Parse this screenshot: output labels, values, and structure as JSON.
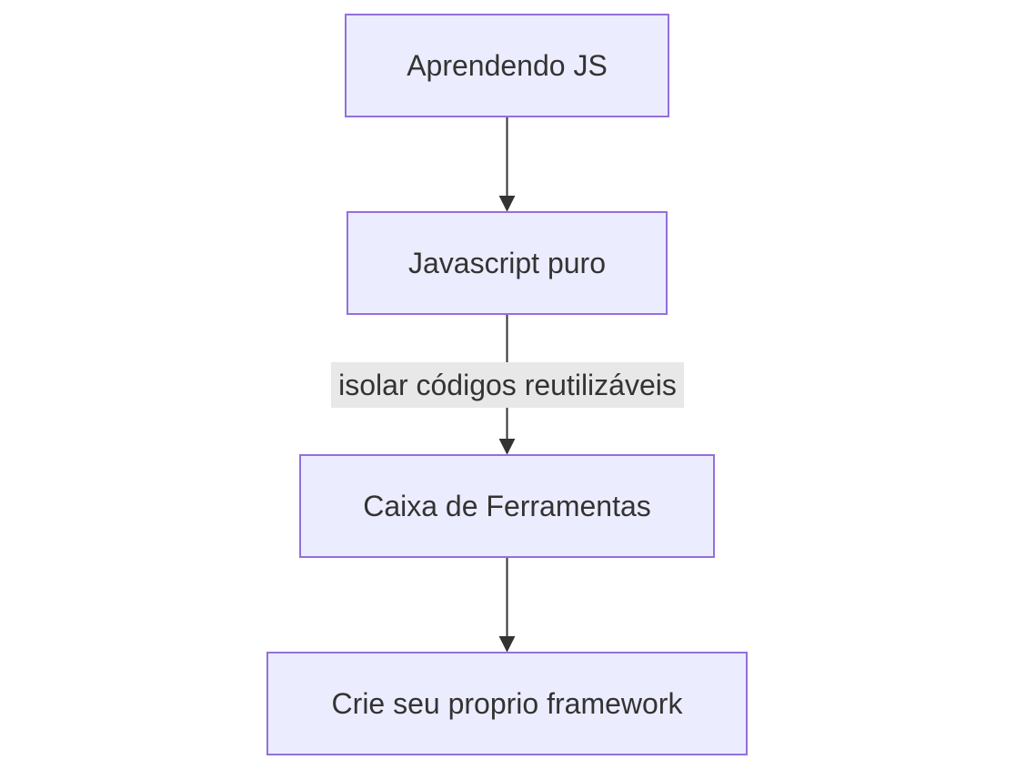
{
  "nodes": [
    {
      "id": "n1",
      "label": "Aprendendo JS"
    },
    {
      "id": "n2",
      "label": "Javascript puro"
    },
    {
      "id": "n3",
      "label": "Caixa de Ferramentas"
    },
    {
      "id": "n4",
      "label": "Crie seu proprio framework"
    }
  ],
  "edges": [
    {
      "from": "n1",
      "to": "n2",
      "label": ""
    },
    {
      "from": "n2",
      "to": "n3",
      "label": "isolar códigos reutilizáveis"
    },
    {
      "from": "n3",
      "to": "n4",
      "label": ""
    }
  ],
  "colors": {
    "node_fill": "#ececff",
    "node_border": "#9370db",
    "text": "#333333",
    "edge": "#333333",
    "edge_label_bg": "#e8e8e8"
  }
}
